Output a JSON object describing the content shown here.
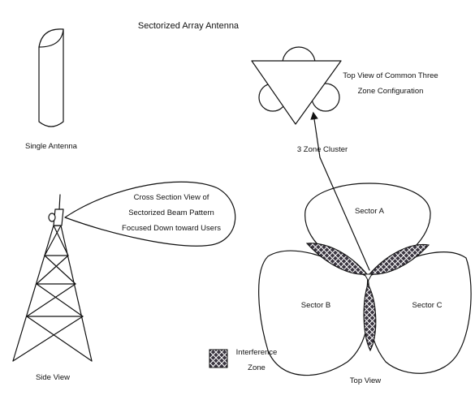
{
  "diagram": {
    "title": "Sectorized Array Antenna",
    "labels": {
      "single_antenna": "Single Antenna",
      "top_view_caption_line1": "Top View of Common Three",
      "top_view_caption_line2": "Zone Configuration",
      "cluster_label": "3 Zone Cluster",
      "beam_line1": "Cross Section View of",
      "beam_line2": "Sectorized Beam Pattern",
      "beam_line3": "Focused Down toward Users",
      "sector_a": "Sector A",
      "sector_b": "Sector B",
      "sector_c": "Sector C",
      "side_view": "Side View",
      "top_view": "Top View",
      "legend_line1": "Interference",
      "legend_line2": "Zone"
    },
    "colors": {
      "line": "#111111",
      "background": "#ffffff",
      "hatch_fill": "#3a3540",
      "hatch_lines": "#ffffff"
    }
  }
}
